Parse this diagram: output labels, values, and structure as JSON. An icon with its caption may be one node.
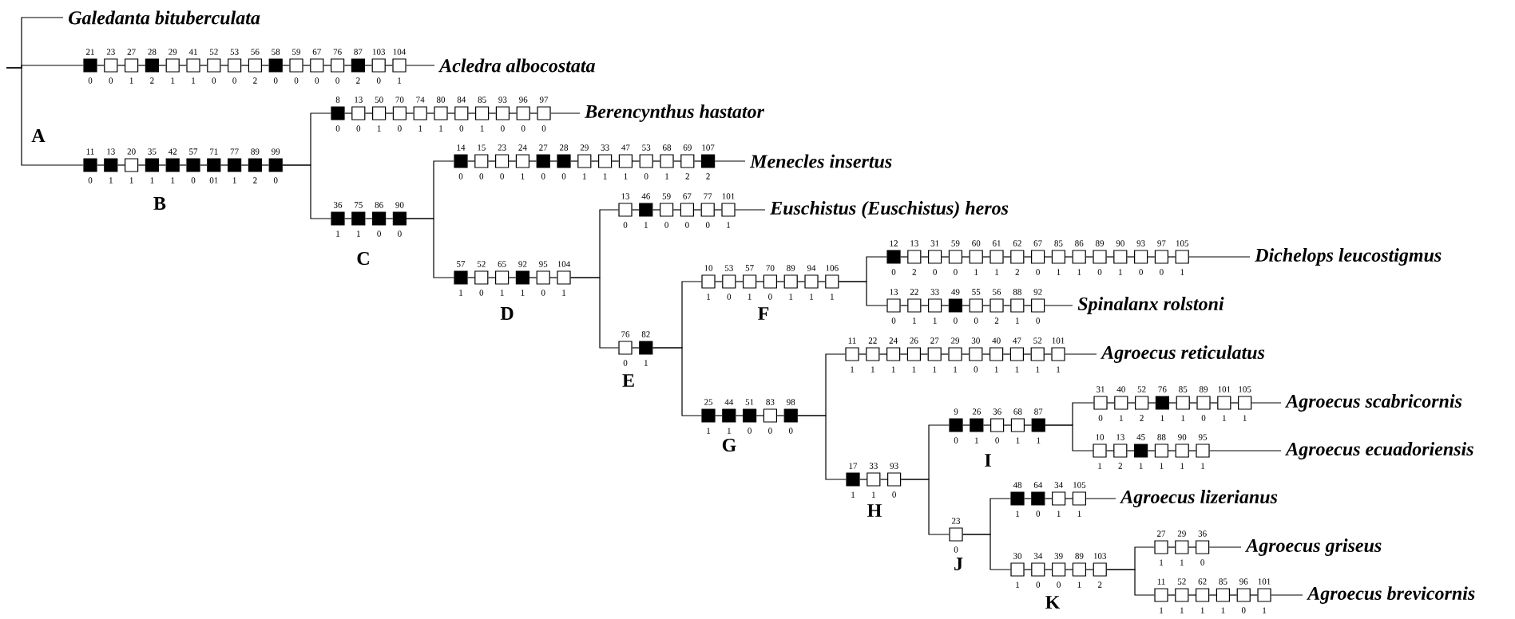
{
  "diagram": {
    "nodes": [
      {
        "text": [
          "Galedanta bituberculata"
        ]
      },
      {
        "text": [],
        "shape": "block",
        "beside": [
          "21",
          "0"
        ]
      },
      {
        "text": [],
        "shape": "box",
        "beside": [
          "23",
          "0"
        ]
      },
      {
        "text": [],
        "shape": "box",
        "beside": [
          "27",
          "1"
        ]
      },
      {
        "text": [],
        "shape": "block",
        "beside": [
          "28",
          "2"
        ]
      },
      {
        "text": [],
        "shape": "box",
        "beside": [
          "29",
          "1"
        ]
      },
      {
        "text": [],
        "shape": "box",
        "beside": [
          "41",
          "1"
        ]
      },
      {
        "text": [],
        "shape": "box",
        "beside": [
          "52",
          "0"
        ]
      },
      {
        "text": [],
        "shape": "box",
        "beside": [
          "53",
          "0"
        ]
      },
      {
        "text": [],
        "shape": "box",
        "beside": [
          "56",
          "2"
        ]
      },
      {
        "text": [],
        "shape": "block",
        "beside": [
          "58",
          "0"
        ]
      },
      {
        "text": [],
        "shape": "box",
        "beside": [
          "59",
          "0"
        ]
      },
      {
        "text": [],
        "shape": "box",
        "beside": [
          "67",
          "0"
        ]
      },
      {
        "text": [],
        "shape": "box",
        "beside": [
          "76",
          "0"
        ]
      },
      {
        "text": [],
        "shape": "block",
        "beside": [
          "87",
          "2"
        ]
      },
      {
        "text": [],
        "shape": "box",
        "beside": [
          "103",
          "0"
        ]
      },
      {
        "text": [],
        "shape": "box",
        "beside": [
          "104",
          "1"
        ]
      },
      {
        "text": [
          "Acledra albocostata"
        ]
      },
      {
        "text": [],
        "shape": "block",
        "beside": [
          "11",
          "0"
        ]
      },
      {
        "text": [],
        "shape": "block",
        "beside": [
          "13",
          "1"
        ]
      },
      {
        "text": [],
        "shape": "box",
        "beside": [
          "20",
          "1"
        ]
      },
      {
        "text": [],
        "shape": "block",
        "beside": [
          "35",
          "1"
        ]
      },
      {
        "text": [],
        "shape": "block",
        "beside": [
          "42",
          "1"
        ]
      },
      {
        "text": [],
        "shape": "block",
        "beside": [
          "57",
          "0"
        ]
      },
      {
        "text": [],
        "shape": "block",
        "beside": [
          "71",
          "01"
        ]
      },
      {
        "text": [],
        "shape": "block",
        "beside": [
          "77",
          "1"
        ]
      },
      {
        "text": [],
        "shape": "block",
        "beside": [
          "89",
          "2"
        ]
      },
      {
        "text": [],
        "shape": "block",
        "beside": [
          "99",
          "0"
        ]
      },
      {
        "text": [],
        "shape": "block",
        "beside": [
          "8",
          "0"
        ]
      },
      {
        "text": [],
        "shape": "box",
        "beside": [
          "13",
          "0"
        ]
      },
      {
        "text": [],
        "shape": "box",
        "beside": [
          "50",
          "1"
        ]
      },
      {
        "text": [],
        "shape": "box",
        "beside": [
          "70",
          "0"
        ]
      },
      {
        "text": [],
        "shape": "box",
        "beside": [
          "74",
          "1"
        ]
      },
      {
        "text": [],
        "shape": "box",
        "beside": [
          "80",
          "1"
        ]
      },
      {
        "text": [],
        "shape": "box",
        "beside": [
          "84",
          "0"
        ]
      },
      {
        "text": [],
        "shape": "box",
        "beside": [
          "85",
          "1"
        ]
      },
      {
        "text": [],
        "shape": "box",
        "beside": [
          "93",
          "0"
        ]
      },
      {
        "text": [],
        "shape": "box",
        "beside": [
          "96",
          "0"
        ]
      },
      {
        "text": [],
        "shape": "box",
        "beside": [
          "97",
          "0"
        ]
      },
      {
        "text": [
          "Berencynthus hastator"
        ]
      },
      {
        "text": [],
        "shape": "block",
        "beside": [
          "36",
          "1"
        ]
      },
      {
        "text": [],
        "shape": "block",
        "beside": [
          "75",
          "1"
        ]
      },
      {
        "text": [],
        "shape": "block",
        "beside": [
          "86",
          "0"
        ]
      },
      {
        "text": [],
        "shape": "block",
        "beside": [
          "90",
          "0"
        ]
      },
      {
        "text": [],
        "shape": "block",
        "beside": [
          "14",
          "0"
        ]
      },
      {
        "text": [],
        "shape": "box",
        "beside": [
          "15",
          "0"
        ]
      },
      {
        "text": [],
        "shape": "box",
        "beside": [
          "23",
          "0"
        ]
      },
      {
        "text": [],
        "shape": "box",
        "beside": [
          "24",
          "1"
        ]
      },
      {
        "text": [],
        "shape": "block",
        "beside": [
          "27",
          "0"
        ]
      },
      {
        "text": [],
        "shape": "block",
        "beside": [
          "28",
          "0"
        ]
      },
      {
        "text": [],
        "shape": "box",
        "beside": [
          "29",
          "1"
        ]
      },
      {
        "text": [],
        "shape": "box",
        "beside": [
          "33",
          "1"
        ]
      },
      {
        "text": [],
        "shape": "box",
        "beside": [
          "47",
          "1"
        ]
      },
      {
        "text": [],
        "shape": "box",
        "beside": [
          "53",
          "0"
        ]
      },
      {
        "text": [],
        "shape": "box",
        "beside": [
          "68",
          "1"
        ]
      },
      {
        "text": [],
        "shape": "box",
        "beside": [
          "69",
          "2"
        ]
      },
      {
        "text": [],
        "shape": "block",
        "beside": [
          "107",
          "2"
        ]
      },
      {
        "text": [
          "Menecles insertus"
        ]
      },
      {
        "text": [],
        "shape": "block",
        "beside": [
          "57",
          "1"
        ]
      },
      {
        "text": [],
        "shape": "box",
        "beside": [
          "52",
          "0"
        ]
      },
      {
        "text": [],
        "shape": "box",
        "beside": [
          "65",
          "1"
        ]
      },
      {
        "text": [],
        "shape": "block",
        "beside": [
          "92",
          "1"
        ]
      },
      {
        "text": [],
        "shape": "box",
        "beside": [
          "95",
          "0"
        ]
      },
      {
        "text": [],
        "shape": "box",
        "beside": [
          "104",
          "1"
        ]
      },
      {
        "text": [],
        "shape": "box",
        "beside": [
          "13",
          "0"
        ]
      },
      {
        "text": [],
        "shape": "block",
        "beside": [
          "46",
          "1"
        ]
      },
      {
        "text": [],
        "shape": "box",
        "beside": [
          "59",
          "0"
        ]
      },
      {
        "text": [],
        "shape": "box",
        "beside": [
          "67",
          "0"
        ]
      },
      {
        "text": [],
        "shape": "box",
        "beside": [
          "77",
          "0"
        ]
      },
      {
        "text": [],
        "shape": "box",
        "beside": [
          "101",
          "1"
        ]
      },
      {
        "text": [
          "Euschistus (Euschistus) heros"
        ]
      },
      {
        "text": [],
        "shape": "box",
        "beside": [
          "76",
          "0"
        ]
      },
      {
        "text": [],
        "shape": "block",
        "beside": [
          "82",
          "1"
        ]
      },
      {
        "text": [],
        "shape": "box",
        "beside": [
          "10",
          "1"
        ]
      },
      {
        "text": [],
        "shape": "box",
        "beside": [
          "53",
          "0"
        ]
      },
      {
        "text": [],
        "shape": "box",
        "beside": [
          "57",
          "1"
        ]
      },
      {
        "text": [],
        "shape": "box",
        "beside": [
          "70",
          "0"
        ]
      },
      {
        "text": [],
        "shape": "box",
        "beside": [
          "89",
          "1"
        ]
      },
      {
        "text": [],
        "shape": "box",
        "beside": [
          "94",
          "1"
        ]
      },
      {
        "text": [],
        "shape": "box",
        "beside": [
          "106",
          "1"
        ]
      },
      {
        "text": [],
        "shape": "block",
        "beside": [
          "12",
          "0"
        ]
      },
      {
        "text": [],
        "shape": "box",
        "beside": [
          "13",
          "2"
        ]
      },
      {
        "text": [],
        "shape": "box",
        "beside": [
          "31",
          "0"
        ]
      },
      {
        "text": [],
        "shape": "box",
        "beside": [
          "59",
          "0"
        ]
      },
      {
        "text": [],
        "shape": "box",
        "beside": [
          "60",
          "1"
        ]
      },
      {
        "text": [],
        "shape": "box",
        "beside": [
          "61",
          "1"
        ]
      },
      {
        "text": [],
        "shape": "box",
        "beside": [
          "62",
          "2"
        ]
      },
      {
        "text": [],
        "shape": "box",
        "beside": [
          "67",
          "0"
        ]
      },
      {
        "text": [],
        "shape": "box",
        "beside": [
          "85",
          "1"
        ]
      },
      {
        "text": [],
        "shape": "box",
        "beside": [
          "86",
          "1"
        ]
      },
      {
        "text": [],
        "shape": "box",
        "beside": [
          "89",
          "0"
        ]
      },
      {
        "text": [],
        "shape": "box",
        "beside": [
          "90",
          "1"
        ]
      },
      {
        "text": [],
        "shape": "box",
        "beside": [
          "93",
          "0"
        ]
      },
      {
        "text": [],
        "shape": "box",
        "beside": [
          "97",
          "0"
        ]
      },
      {
        "text": [],
        "shape": "box",
        "beside": [
          "105",
          "1"
        ]
      },
      {
        "text": [
          "Dichelops leucostigmus"
        ]
      },
      {
        "text": [],
        "shape": "box",
        "beside": [
          "13",
          "0"
        ]
      },
      {
        "text": [],
        "shape": "box",
        "beside": [
          "22",
          "1"
        ]
      },
      {
        "text": [],
        "shape": "box",
        "beside": [
          "33",
          "1"
        ]
      },
      {
        "text": [],
        "shape": "block",
        "beside": [
          "49",
          "0"
        ]
      },
      {
        "text": [],
        "shape": "box",
        "beside": [
          "55",
          "0"
        ]
      },
      {
        "text": [],
        "shape": "box",
        "beside": [
          "56",
          "2"
        ]
      },
      {
        "text": [],
        "shape": "box",
        "beside": [
          "88",
          "1"
        ]
      },
      {
        "text": [],
        "shape": "box",
        "beside": [
          "92",
          "0"
        ]
      },
      {
        "text": [
          "Spinalanx rolstoni"
        ]
      },
      {
        "text": [],
        "shape": "block",
        "beside": [
          "25",
          "1"
        ]
      },
      {
        "text": [],
        "shape": "block",
        "beside": [
          "44",
          "1"
        ]
      },
      {
        "text": [],
        "shape": "block",
        "beside": [
          "51",
          "0"
        ]
      },
      {
        "text": [],
        "shape": "box",
        "beside": [
          "83",
          "0"
        ]
      },
      {
        "text": [],
        "shape": "block",
        "beside": [
          "98",
          "0"
        ]
      },
      {
        "text": [],
        "shape": "box",
        "beside": [
          "11",
          "1"
        ]
      },
      {
        "text": [],
        "shape": "box",
        "beside": [
          "22",
          "1"
        ]
      },
      {
        "text": [],
        "shape": "box",
        "beside": [
          "24",
          "1"
        ]
      },
      {
        "text": [],
        "shape": "box",
        "beside": [
          "26",
          "1"
        ]
      },
      {
        "text": [],
        "shape": "box",
        "beside": [
          "27",
          "1"
        ]
      },
      {
        "text": [],
        "shape": "box",
        "beside": [
          "29",
          "1"
        ]
      },
      {
        "text": [],
        "shape": "box",
        "beside": [
          "30",
          "0"
        ]
      },
      {
        "text": [],
        "shape": "box",
        "beside": [
          "40",
          "1"
        ]
      },
      {
        "text": [],
        "shape": "box",
        "beside": [
          "47",
          "1"
        ]
      },
      {
        "text": [],
        "shape": "box",
        "beside": [
          "52",
          "1"
        ]
      },
      {
        "text": [],
        "shape": "box",
        "beside": [
          "101",
          "1"
        ]
      },
      {
        "text": [
          "Agroecus reticulatus"
        ]
      },
      {
        "text": [],
        "shape": "block",
        "beside": [
          "17",
          "1"
        ]
      },
      {
        "text": [],
        "shape": "box",
        "beside": [
          "33",
          "1"
        ]
      },
      {
        "text": [],
        "shape": "box",
        "beside": [
          "93",
          "0"
        ]
      },
      {
        "text": [],
        "shape": "block",
        "beside": [
          "9",
          "0"
        ]
      },
      {
        "text": [],
        "shape": "block",
        "beside": [
          "26",
          "1"
        ]
      },
      {
        "text": [],
        "shape": "box",
        "beside": [
          "36",
          "0"
        ]
      },
      {
        "text": [],
        "shape": "box",
        "beside": [
          "68",
          "1"
        ]
      },
      {
        "text": [],
        "shape": "block",
        "beside": [
          "87",
          "1"
        ]
      },
      {
        "text": [],
        "shape": "box",
        "beside": [
          "31",
          "0"
        ]
      },
      {
        "text": [],
        "shape": "box",
        "beside": [
          "40",
          "1"
        ]
      },
      {
        "text": [],
        "shape": "box",
        "beside": [
          "52",
          "2"
        ]
      },
      {
        "text": [],
        "shape": "block",
        "beside": [
          "76",
          "1"
        ]
      },
      {
        "text": [],
        "shape": "box",
        "beside": [
          "85",
          "1"
        ]
      },
      {
        "text": [],
        "shape": "box",
        "beside": [
          "89",
          "0"
        ]
      },
      {
        "text": [],
        "shape": "box",
        "beside": [
          "101",
          "1"
        ]
      },
      {
        "text": [],
        "shape": "box",
        "beside": [
          "105",
          "1"
        ]
      },
      {
        "text": [
          "Agroecus scabricornis"
        ]
      },
      {
        "text": [],
        "shape": "box",
        "beside": [
          "10",
          "1"
        ]
      },
      {
        "text": [],
        "shape": "box",
        "beside": [
          "13",
          "2"
        ]
      },
      {
        "text": [],
        "shape": "block",
        "beside": [
          "45",
          "1"
        ]
      },
      {
        "text": [],
        "shape": "box",
        "beside": [
          "88",
          "1"
        ]
      },
      {
        "text": [],
        "shape": "box",
        "beside": [
          "90",
          "1"
        ]
      },
      {
        "text": [],
        "shape": "box",
        "beside": [
          "95",
          "1"
        ]
      },
      {
        "text": [
          "Agroecus ecuadoriensis"
        ]
      },
      {
        "text": [],
        "shape": "box",
        "beside": [
          "23",
          "0"
        ]
      },
      {
        "text": [],
        "shape": "block",
        "beside": [
          "48",
          "1"
        ]
      },
      {
        "text": [],
        "shape": "block",
        "beside": [
          "64",
          "0"
        ]
      },
      {
        "text": [],
        "shape": "box",
        "beside": [
          "34",
          "1"
        ]
      },
      {
        "text": [],
        "shape": "box",
        "beside": [
          "105",
          "1"
        ]
      },
      {
        "text": [
          "Agroecus lizerianus"
        ]
      },
      {
        "text": [],
        "shape": "box",
        "beside": [
          "30",
          "1"
        ]
      },
      {
        "text": [],
        "shape": "box",
        "beside": [
          "34",
          "0"
        ]
      },
      {
        "text": [],
        "shape": "box",
        "beside": [
          "39",
          "0"
        ]
      },
      {
        "text": [],
        "shape": "box",
        "beside": [
          "89",
          "1"
        ]
      },
      {
        "text": [],
        "shape": "box",
        "beside": [
          "103",
          "2"
        ]
      },
      {
        "text": [],
        "shape": "box",
        "beside": [
          "27",
          "1"
        ]
      },
      {
        "text": [],
        "shape": "box",
        "beside": [
          "29",
          "1"
        ]
      },
      {
        "text": [],
        "shape": "box",
        "beside": [
          "36",
          "0"
        ]
      },
      {
        "text": [
          "Agroecus griseus"
        ]
      },
      {
        "text": [],
        "shape": "box",
        "beside": [
          "11",
          "1"
        ]
      },
      {
        "text": [],
        "shape": "box",
        "beside": [
          "52",
          "1"
        ]
      },
      {
        "text": [],
        "shape": "box",
        "beside": [
          "62",
          "1"
        ]
      },
      {
        "text": [],
        "shape": "box",
        "beside": [
          "85",
          "1"
        ]
      },
      {
        "text": [],
        "shape": "box",
        "beside": [
          "96",
          "0"
        ]
      },
      {
        "text": [],
        "shape": "box",
        "beside": [
          "101",
          "1"
        ]
      },
      {
        "text": [
          "Agroecus brevicornis"
        ]
      }
    ],
    "edges": [
      {
        "from": null,
        "to": 0,
        "arrow": "none"
      },
      {
        "from": null,
        "to": 1,
        "arrow": "none"
      },
      {
        "from": null,
        "to": 18,
        "arrow": "none"
      },
      {
        "from": 16,
        "to": 17,
        "arrow": "none"
      },
      {
        "from": 27,
        "to": 28,
        "arrow": "none"
      },
      {
        "from": 27,
        "to": 40,
        "arrow": "none"
      },
      {
        "from": 38,
        "to": 39,
        "arrow": "none"
      },
      {
        "from": 43,
        "to": 44,
        "arrow": "none"
      },
      {
        "from": 43,
        "to": 58,
        "arrow": "none"
      },
      {
        "from": 56,
        "to": 57,
        "arrow": "none"
      },
      {
        "from": 63,
        "to": 64,
        "arrow": "none"
      },
      {
        "from": 63,
        "to": 71,
        "arrow": "none"
      },
      {
        "from": 69,
        "to": 70,
        "arrow": "none"
      },
      {
        "from": 72,
        "to": 73,
        "arrow": "none"
      },
      {
        "from": 72,
        "to": 105,
        "arrow": "none"
      },
      {
        "from": 79,
        "to": 80,
        "arrow": "none"
      },
      {
        "from": 79,
        "to": 96,
        "arrow": "none"
      },
      {
        "from": 94,
        "to": 95,
        "arrow": "none"
      },
      {
        "from": 103,
        "to": 104,
        "arrow": "none"
      },
      {
        "from": 109,
        "to": 110,
        "arrow": "none"
      },
      {
        "from": 109,
        "to": 122,
        "arrow": "none"
      },
      {
        "from": 120,
        "to": 121,
        "arrow": "none"
      },
      {
        "from": 124,
        "to": 125,
        "arrow": "none"
      },
      {
        "from": 124,
        "to": 146,
        "arrow": "none"
      },
      {
        "from": 129,
        "to": 130,
        "arrow": "none"
      },
      {
        "from": 129,
        "to": 139,
        "arrow": "none"
      },
      {
        "from": 137,
        "to": 138,
        "arrow": "none"
      },
      {
        "from": 144,
        "to": 145,
        "arrow": "none"
      },
      {
        "from": 146,
        "to": 147,
        "arrow": "none"
      },
      {
        "from": 146,
        "to": 152,
        "arrow": "none"
      },
      {
        "from": 150,
        "to": 151,
        "arrow": "none"
      },
      {
        "from": 156,
        "to": 157,
        "arrow": "none"
      },
      {
        "from": 156,
        "to": 161,
        "arrow": "none"
      },
      {
        "from": 159,
        "to": 160,
        "arrow": "none"
      },
      {
        "from": 166,
        "to": 167,
        "arrow": "none"
      }
    ],
    "labels": [
      "A",
      "B",
      "C",
      "D",
      "E",
      "F",
      "G",
      "H",
      "I",
      "J",
      "K"
    ]
  }
}
